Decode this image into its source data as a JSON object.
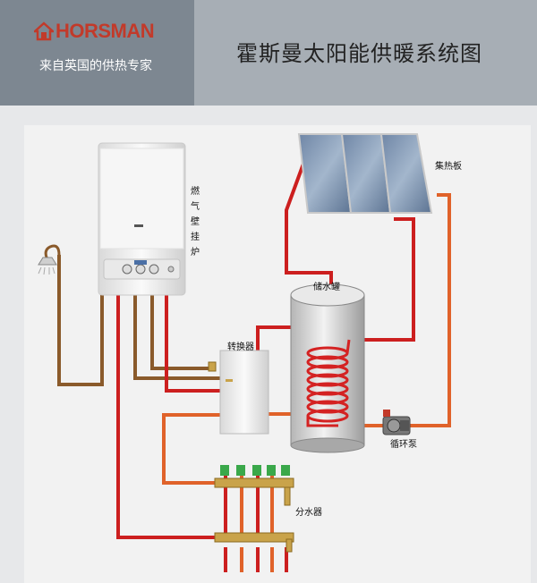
{
  "header": {
    "brand": "HORSMAN",
    "tagline": "来自英国的供热专家",
    "title": "霍斯曼太阳能供暖系统图"
  },
  "labels": {
    "boiler": "燃气壁挂炉",
    "solar_panel": "集热板",
    "storage_tank": "储水罐",
    "converter": "转换器",
    "pump": "循环泵",
    "distributor": "分水器"
  },
  "colors": {
    "hot_pipe": "#cc1f1f",
    "warm_pipe": "#e0622a",
    "copper_pipe": "#8a5a2b",
    "header_left": "#7d8791",
    "header_right": "#a7aeb5",
    "brand": "#c23a2a"
  }
}
